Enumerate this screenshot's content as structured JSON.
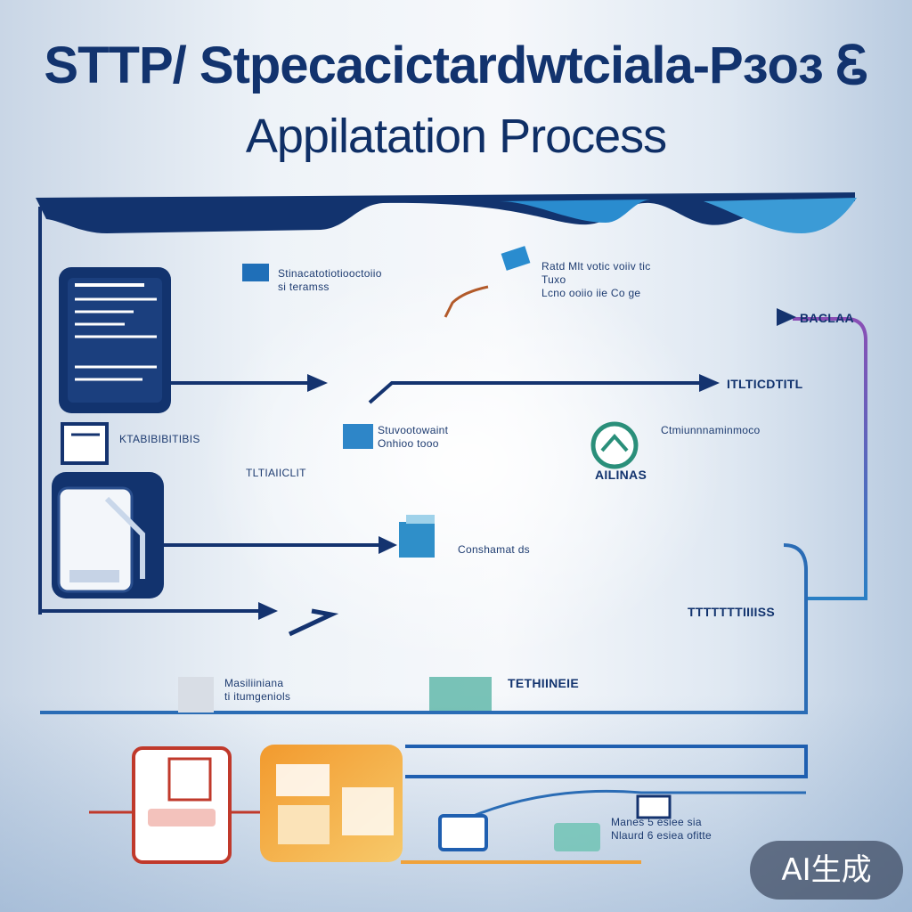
{
  "title": {
    "line1": "STTP/ Stpecacictardwtcialа-Pᴈoᴈ Ꮛ",
    "line2": "Appilatation Process"
  },
  "labels": {
    "top_left": "Stinacatotiotiooctoiio\nsi teramss",
    "top_right": "Ratd Mlt votic voiiv tic\nTuxo\nLcno ooiio iie Co ge",
    "end_row1": "BACLAA",
    "end_row2": "ITLTICDTITL",
    "mid_left": "KTABIBIBITIBIS",
    "mid_center": "Stuvootowaint\nOnhioo tooo",
    "mid_right": "Ctmiunnnaminmoco",
    "row3_left": "TLTIAIICLIT",
    "logo_caption": "AILINAS",
    "center": "Conshamat ds",
    "row5_right": "TTTTTTTIIIISS",
    "lower_left": "Masiliiniana\nti itumgeniols",
    "lower_center": "TETHIINEIE",
    "bottom_right": "Manes 5 esiee sia\nNlaurd 6 esiea ofitte"
  },
  "watermark": "AI生成",
  "colors": {
    "navy": "#14336f",
    "blue": "#1f6fb8",
    "purple": "#6a4aa8",
    "teal": "#2a9d8f",
    "orange": "#f0a23a",
    "red": "#c0392b"
  }
}
